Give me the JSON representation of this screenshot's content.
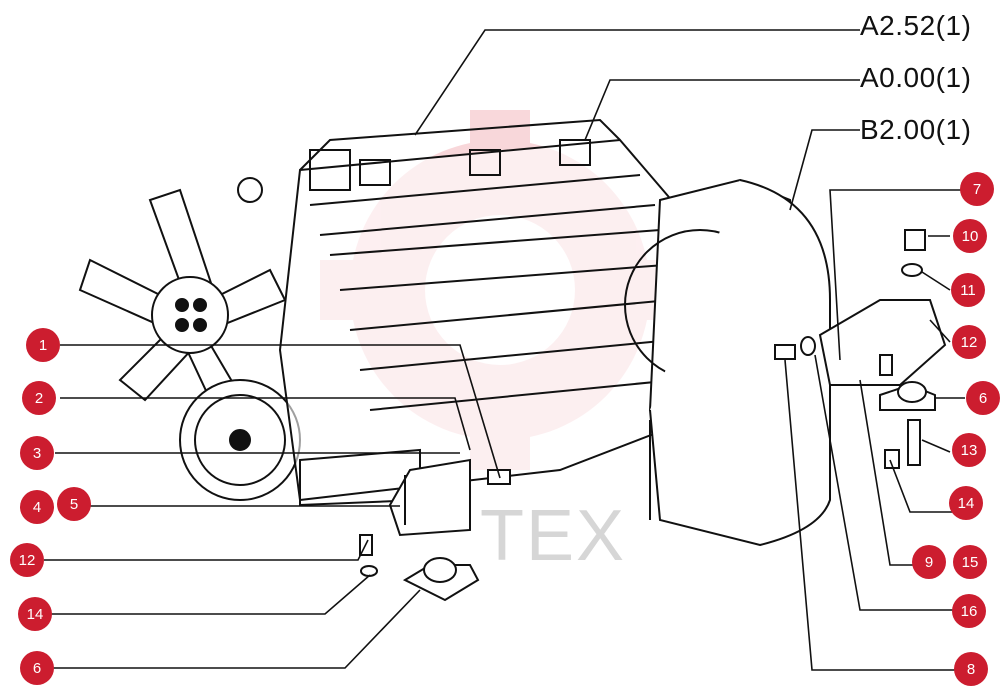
{
  "references": [
    {
      "id": "ref-a252",
      "text": "A2.52(1)"
    },
    {
      "id": "ref-a000",
      "text": "A0.00(1)"
    },
    {
      "id": "ref-b200",
      "text": "B2.00(1)"
    }
  ],
  "callouts": [
    {
      "id": "c1",
      "text": "1"
    },
    {
      "id": "c2",
      "text": "2"
    },
    {
      "id": "c3",
      "text": "3"
    },
    {
      "id": "c4",
      "text": "4"
    },
    {
      "id": "c5",
      "text": "5"
    },
    {
      "id": "c12a",
      "text": "12"
    },
    {
      "id": "c14a",
      "text": "14"
    },
    {
      "id": "c6a",
      "text": "6"
    },
    {
      "id": "c7",
      "text": "7"
    },
    {
      "id": "c10",
      "text": "10"
    },
    {
      "id": "c11",
      "text": "11"
    },
    {
      "id": "c12b",
      "text": "12"
    },
    {
      "id": "c6b",
      "text": "6"
    },
    {
      "id": "c13",
      "text": "13"
    },
    {
      "id": "c14b",
      "text": "14"
    },
    {
      "id": "c9",
      "text": "9"
    },
    {
      "id": "c15",
      "text": "15"
    },
    {
      "id": "c16",
      "text": "16"
    },
    {
      "id": "c8",
      "text": "8"
    }
  ],
  "watermark": {
    "text": "TEX"
  },
  "colors": {
    "callout": "#cc1d2f",
    "line": "#111111",
    "watermark_gear": "#f4b8bd"
  }
}
